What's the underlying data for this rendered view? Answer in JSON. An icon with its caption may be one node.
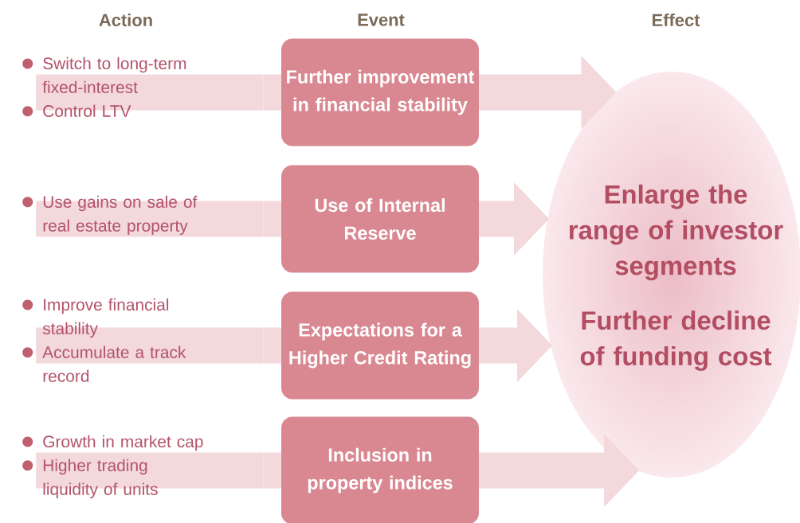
{
  "diagram": {
    "nodes": [
      {
        "text": [
          "Switch to long-term fixed-interest",
          "Control LTV"
        ]
      },
      {
        "text": [
          "Use gains on sale of real estate property"
        ]
      },
      {
        "text": [
          "Improve financial stability",
          "Accumulate a track record"
        ]
      },
      {
        "text": [
          "Growth in market cap",
          "Higher trading liquidity of units"
        ]
      },
      {
        "text": [
          "Further improvement in financial stability"
        ]
      },
      {
        "text": [
          "Use of Internal Reserve"
        ]
      },
      {
        "text": [
          "Expectations for a Higher Credit Rating"
        ]
      },
      {
        "text": [
          "Inclusion in property indices"
        ]
      },
      {
        "text": [
          "Enlarge the range of investor segments",
          "Further decline of funding cost"
        ]
      }
    ],
    "edges": [
      {
        "from": 0,
        "to": 4,
        "arrow": "none"
      },
      {
        "from": 1,
        "to": 5,
        "arrow": "none"
      },
      {
        "from": 2,
        "to": 6,
        "arrow": "none"
      },
      {
        "from": 3,
        "to": 7,
        "arrow": "none"
      },
      {
        "from": 4,
        "to": 8,
        "arrow": "to"
      },
      {
        "from": 5,
        "to": 8,
        "arrow": "to"
      },
      {
        "from": 6,
        "to": 8,
        "arrow": "to"
      },
      {
        "from": 7,
        "to": 8,
        "arrow": "to"
      }
    ],
    "labels": [
      "Action",
      "Event",
      "Effect"
    ]
  }
}
